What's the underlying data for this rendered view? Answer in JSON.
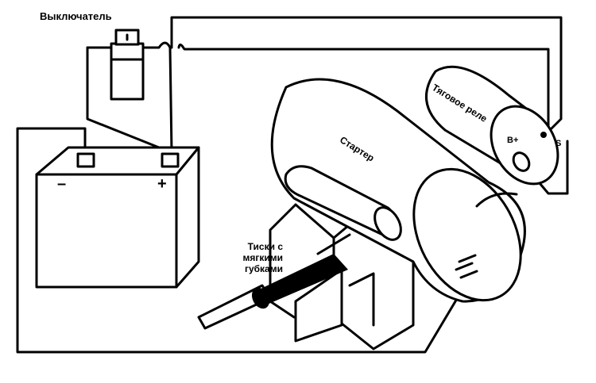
{
  "labels": {
    "switch": "Выключатель",
    "starter": "Стартер",
    "solenoid": "Тяговое реле",
    "terminal_b": "B+",
    "terminal_s": "S",
    "vise_line1": "Тиски с",
    "vise_line2": "мягкими",
    "vise_line3": "губками",
    "battery_minus": "–",
    "battery_plus": "+"
  },
  "colors": {
    "ink": "#000000",
    "paper": "#ffffff"
  }
}
